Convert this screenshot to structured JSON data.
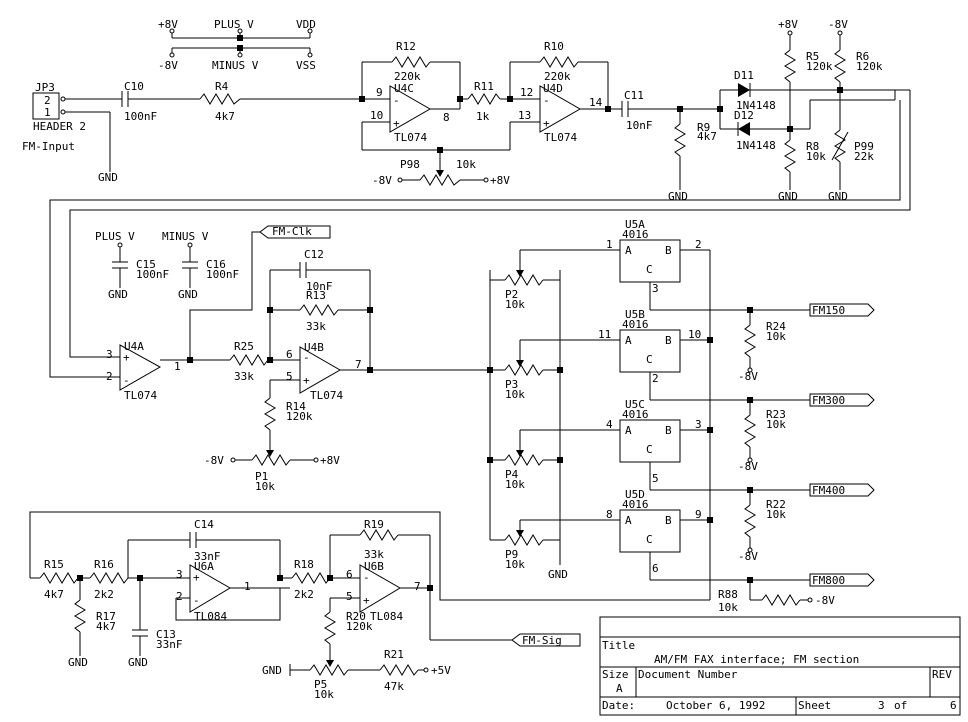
{
  "power": {
    "p8v": "+8V",
    "plusv": "PLUS V",
    "vdd": "VDD",
    "m8v": "-8V",
    "minusv": "MINUS V",
    "vss": "VSS",
    "gnd": "GND",
    "plus5v": "+5V"
  },
  "connectors": {
    "jp3": "JP3",
    "header": "HEADER 2",
    "fm_input": "FM-Input",
    "pin2": "2",
    "pin1": "1"
  },
  "caps": {
    "c10": "C10",
    "c10v": "100nF",
    "c11": "C11",
    "c11v": "10nF",
    "c12": "C12",
    "c12v": "10nF",
    "c13": "C13",
    "c13v": "33nF",
    "c14": "C14",
    "c14v": "33nF",
    "c15": "C15",
    "c15v": "100nF",
    "c16": "C16",
    "c16v": "100nF"
  },
  "resistors": {
    "r4": "R4",
    "r4v": "4k7",
    "r5": "R5",
    "r5v": "120k",
    "r6": "R6",
    "r6v": "120k",
    "r8": "R8",
    "r8v": "10k",
    "r9": "R9",
    "r9v": "4k7",
    "r10": "R10",
    "r10v": "220k",
    "r11": "R11",
    "r11v": "1k",
    "r12": "R12",
    "r12v": "220k",
    "r13": "R13",
    "r13v": "33k",
    "r14": "R14",
    "r14v": "120k",
    "r15": "R15",
    "r15v": "4k7",
    "r16": "R16",
    "r16v": "2k2",
    "r17": "R17",
    "r17v": "4k7",
    "r18": "R18",
    "r18v": "2k2",
    "r19": "R19",
    "r19v": "33k",
    "r20": "R20",
    "r20v": "120k",
    "r21": "R21",
    "r21v": "47k",
    "r22": "R22",
    "r22v": "10k",
    "r23": "R23",
    "r23v": "10k",
    "r24": "R24",
    "r24v": "10k",
    "r25": "R25",
    "r25v": "33k",
    "r88": "R88",
    "r88v": "10k"
  },
  "pots": {
    "p1": "P1",
    "p1v": "10k",
    "p2": "P2",
    "p2v": "10k",
    "p3": "P3",
    "p3v": "10k",
    "p4": "P4",
    "p4v": "10k",
    "p5": "P5",
    "p5v": "10k",
    "p9": "P9",
    "p9v": "10k",
    "p98": "P98",
    "p98v": "10k",
    "p99": "P99",
    "p99v": "22k"
  },
  "diodes": {
    "d11": "D11",
    "d11v": "1N4148",
    "d12": "D12",
    "d12v": "1N4148"
  },
  "opamps": {
    "u4a": "U4A",
    "u4b": "U4B",
    "u4c": "U4C",
    "u4d": "U4D",
    "tl074": "TL074",
    "u6a": "U6A",
    "u6b": "U6B",
    "tl084": "TL084"
  },
  "counters": {
    "u5a": "U5A",
    "u5b": "U5B",
    "u5c": "U5C",
    "u5d": "U5D",
    "part": "4016",
    "a": "A",
    "b": "B",
    "c": "C"
  },
  "pins": {
    "n1": "1",
    "n2": "2",
    "n3": "3",
    "n4": "4",
    "n5": "5",
    "n6": "6",
    "n7": "7",
    "n8": "8",
    "n9": "9",
    "n10": "10",
    "n11": "11",
    "n12": "12",
    "n13": "13",
    "n14": "14"
  },
  "nets": {
    "fm_clk": "FM-Clk",
    "fm_sig": "FM-Sig",
    "fm150": "FM150",
    "fm300": "FM300",
    "fm400": "FM400",
    "fm800": "FM800"
  },
  "title_block": {
    "title_label": "Title",
    "title": "AM/FM FAX interface; FM section",
    "size_label": "Size",
    "size": "A",
    "doc_label": "Document Number",
    "rev_label": "REV",
    "date_label": "Date:",
    "date": "October  6, 1992",
    "sheet_label": "Sheet",
    "sheet": "3",
    "of_label": "of",
    "sheets": "6"
  }
}
